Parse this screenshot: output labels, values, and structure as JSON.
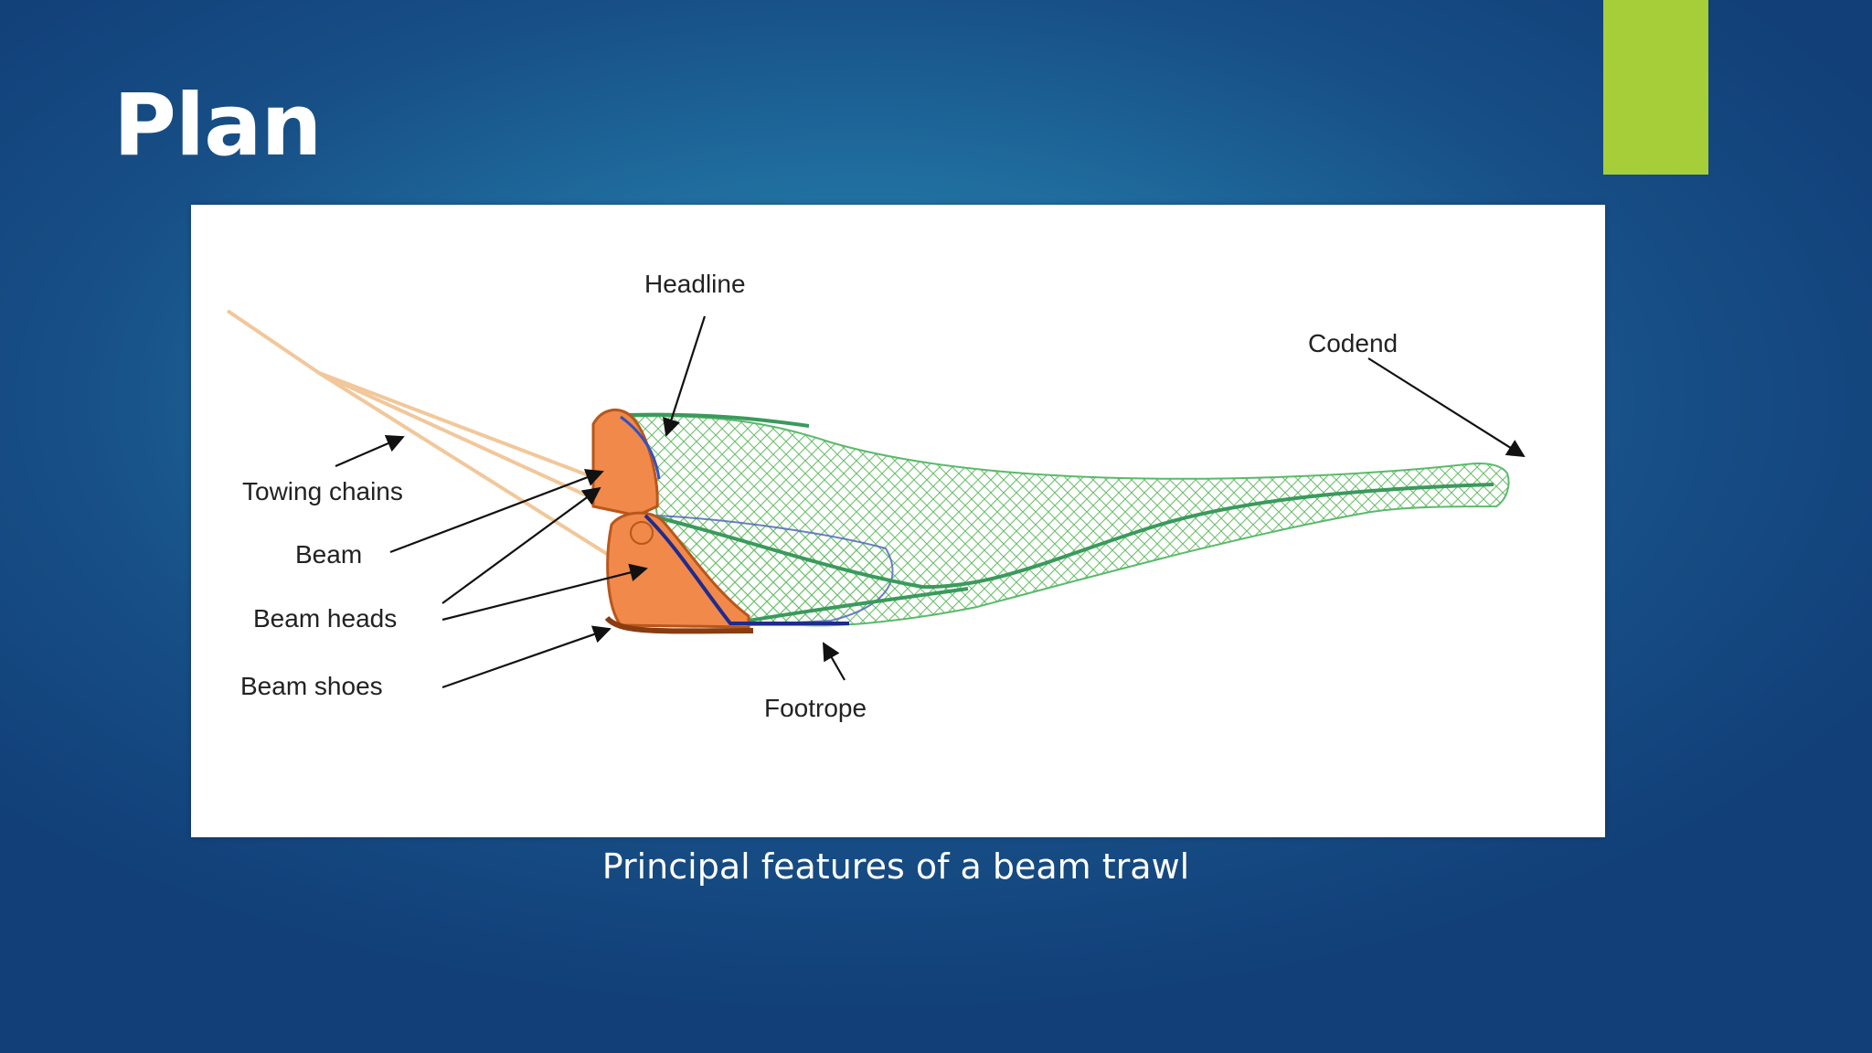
{
  "slide": {
    "title": "Plan",
    "caption": "Principal features of a beam trawl"
  },
  "colors": {
    "accent": "#a6ce39",
    "net_mesh": "#4caf50",
    "net_rope": "#3a9a5c",
    "beam_heads": "#e07b2a",
    "footrope": "#1f2b8f",
    "towing_chains": "#f2c79a"
  },
  "diagram": {
    "labels": {
      "headline": "Headline",
      "codend": "Codend",
      "towing_chains": "Towing chains",
      "beam": "Beam",
      "beam_heads": "Beam heads",
      "beam_shoes": "Beam shoes",
      "footrope": "Footrope"
    }
  }
}
